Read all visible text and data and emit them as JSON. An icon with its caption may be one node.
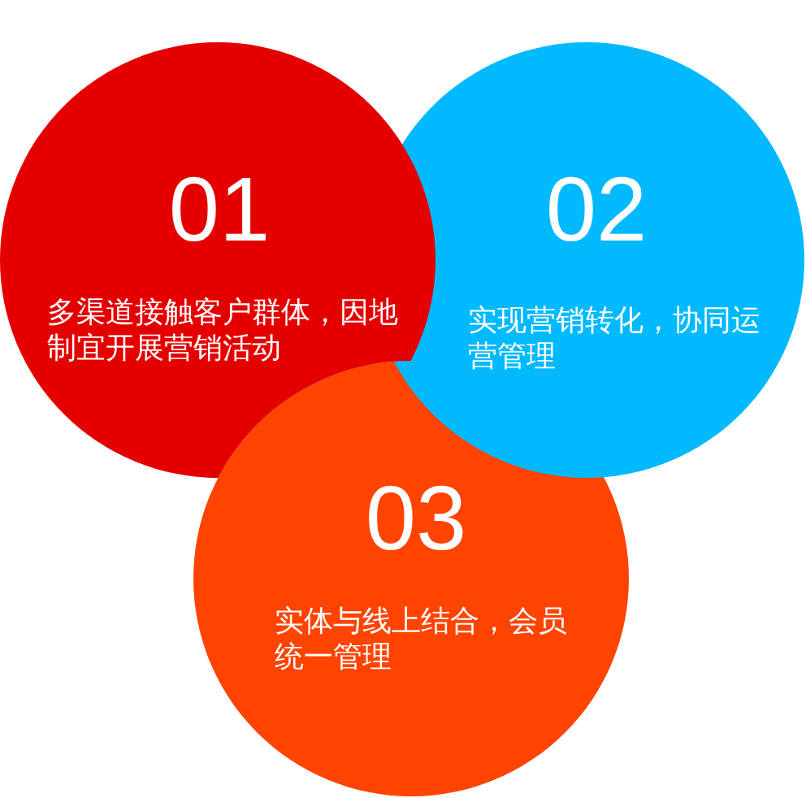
{
  "diagram": {
    "nodes": [
      {
        "text": [
          "01",
          "多渠道接触客户群体，因地制宜开展营销活动"
        ]
      },
      {
        "text": [
          "02",
          "实现营销转化，协同运营管理"
        ]
      },
      {
        "text": [
          "03",
          "实体与线上结合，会员统一管理"
        ]
      }
    ]
  }
}
